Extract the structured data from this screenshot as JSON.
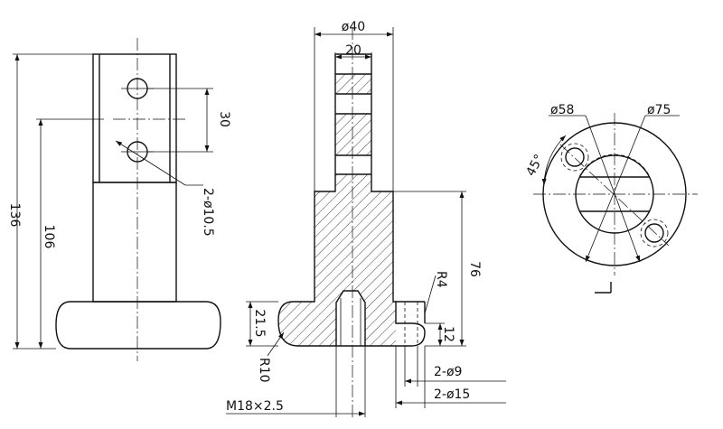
{
  "dims": {
    "d40": "ø40",
    "d20": "20",
    "d30": "30",
    "hole_a": "2-ø10.5",
    "h136": "136",
    "h106": "106",
    "h76": "76",
    "r4": "R4",
    "h21_5": "21.5",
    "h12": "12",
    "r10": "R10",
    "thread": "M18×2.5",
    "hole_b": "2-ø9",
    "hole_c": "2-ø15",
    "d58": "ø58",
    "d75": "ø75",
    "a45": "45°"
  }
}
